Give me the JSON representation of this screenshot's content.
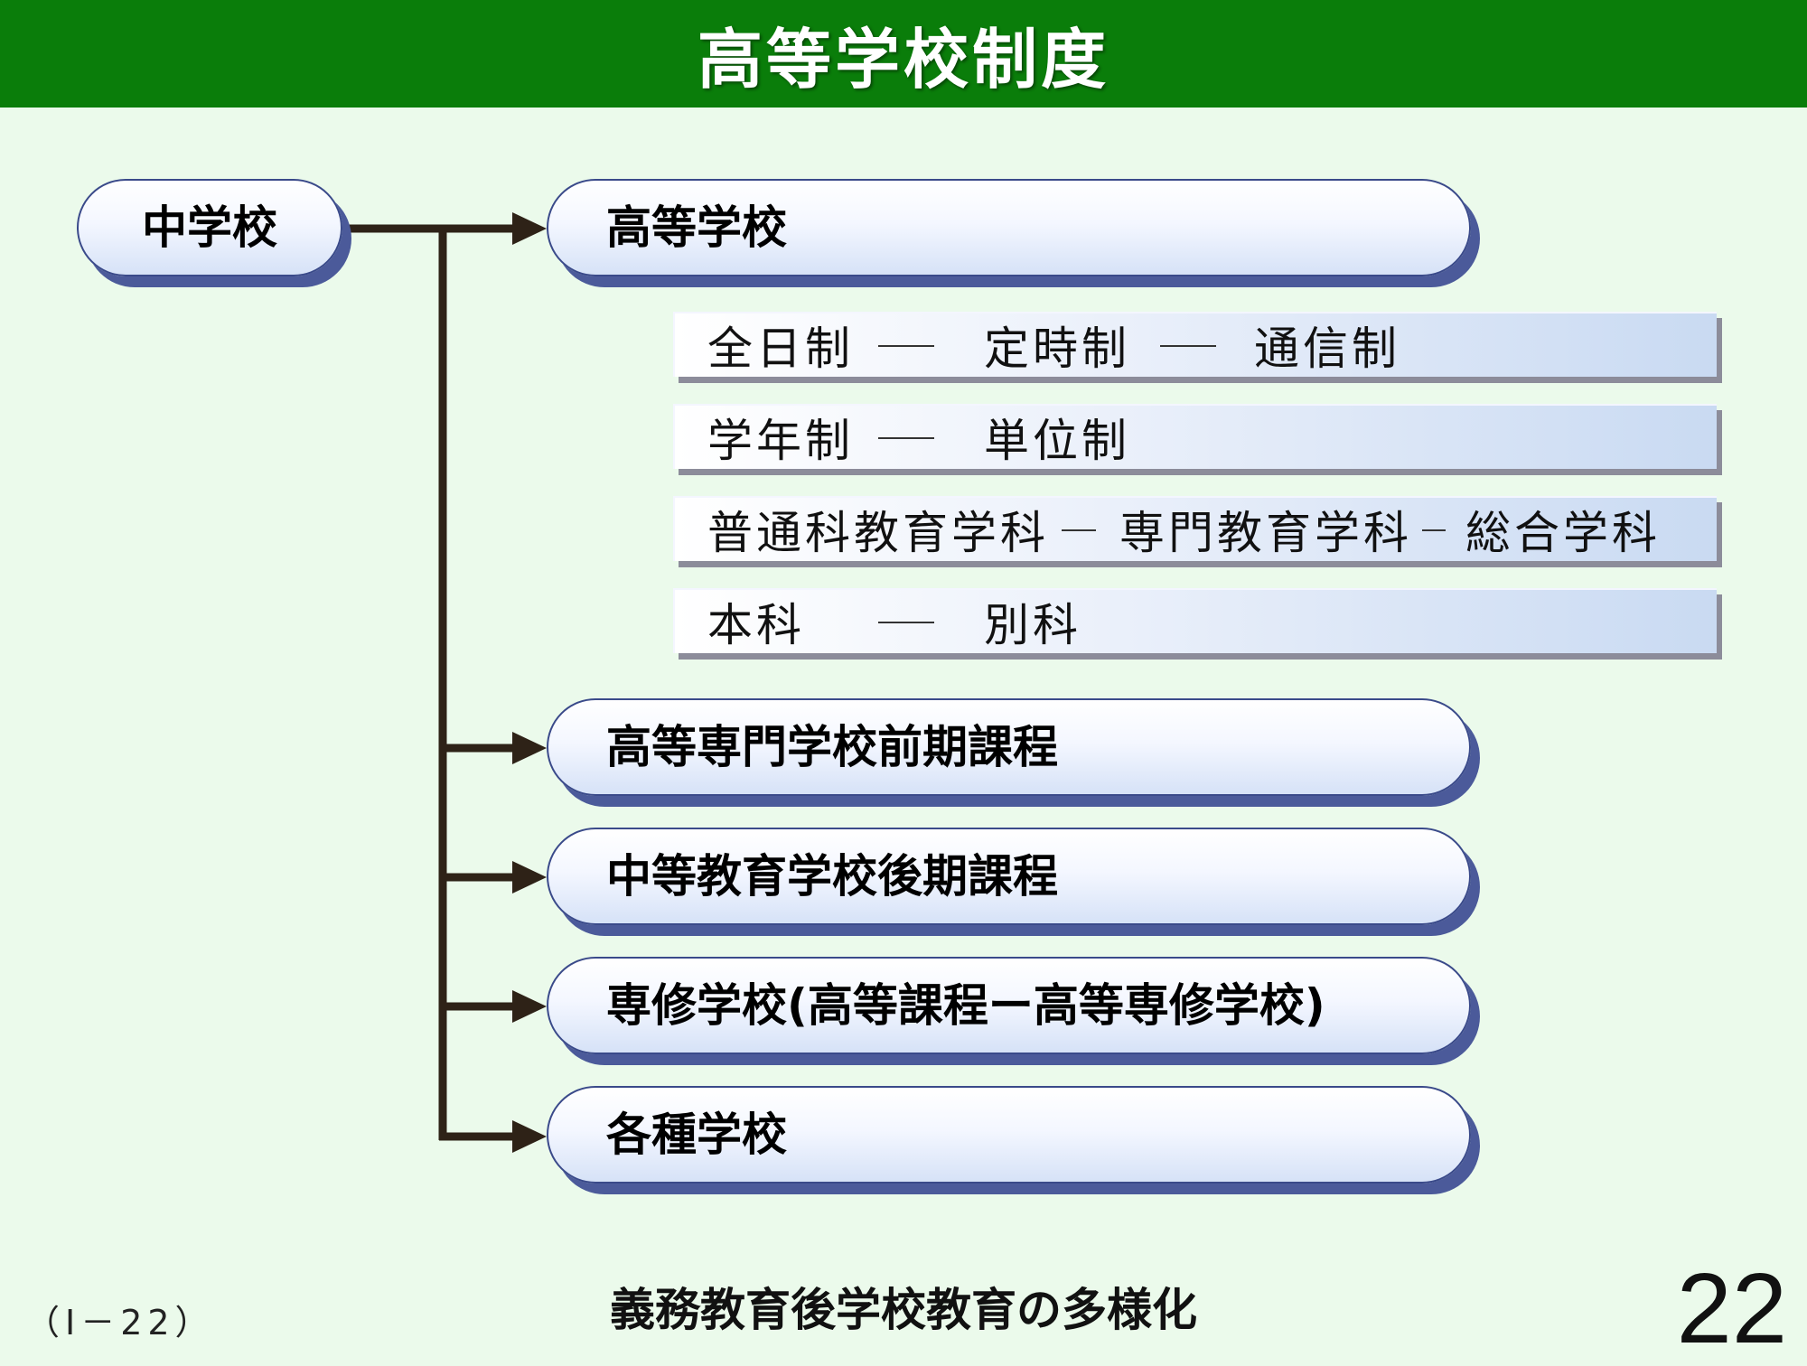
{
  "title": "高等学校制度",
  "root_node": "中学校",
  "branches": [
    "高等学校",
    "高等専門学校前期課程",
    "中等教育学校後期課程",
    "専修学校(高等課程ー高等専修学校)",
    "各種学校"
  ],
  "hs_panels": [
    {
      "items": [
        "全日制",
        "定時制",
        "通信制"
      ]
    },
    {
      "items": [
        "学年制",
        "単位制"
      ]
    },
    {
      "items": [
        "普通科教育学科",
        "専門教育学科",
        "総合学科"
      ]
    },
    {
      "items": [
        "本科",
        "別科"
      ]
    }
  ],
  "footer": {
    "left": "（Ⅰ－22）",
    "center": "義務教育後学校教育の多様化",
    "page": "22"
  },
  "colors": {
    "header_bg": "#0a7d0a",
    "page_bg": "#ebfaeb",
    "connector": "#2e2217",
    "pill_shadow": "#4b5a9a"
  }
}
